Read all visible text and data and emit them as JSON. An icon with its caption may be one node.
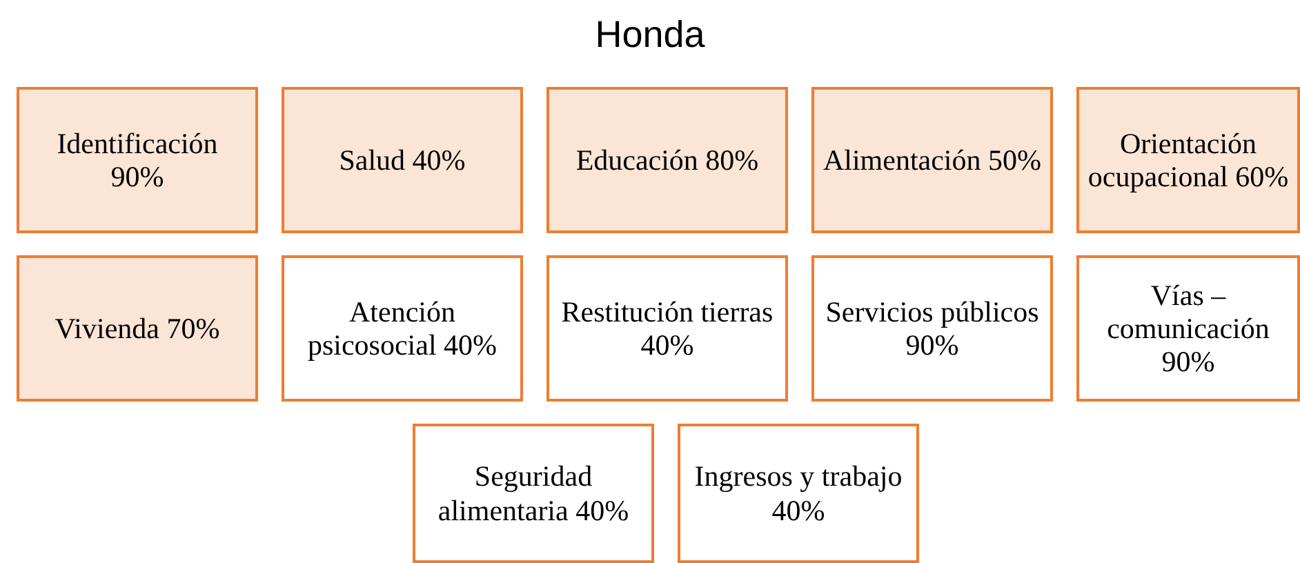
{
  "diagram": {
    "title": "Honda",
    "nodes": [
      {
        "text": [
          "Identificación 90%"
        ]
      },
      {
        "text": [
          "Salud 40%"
        ]
      },
      {
        "text": [
          "Educación 80%"
        ]
      },
      {
        "text": [
          "Alimentación 50%"
        ]
      },
      {
        "text": [
          "Orientación ocupacional 60%"
        ]
      },
      {
        "text": [
          "Vivienda 70%"
        ]
      },
      {
        "text": [
          "Atención psicosocial 40%"
        ]
      },
      {
        "text": [
          "Restitución tierras 40%"
        ]
      },
      {
        "text": [
          "Servicios públicos 90%"
        ]
      },
      {
        "text": [
          "Vías – comunicación 90%"
        ]
      },
      {
        "text": [
          "Seguridad alimentaria 40%"
        ]
      },
      {
        "text": [
          "Ingresos y trabajo 40%"
        ]
      }
    ],
    "edges": []
  }
}
